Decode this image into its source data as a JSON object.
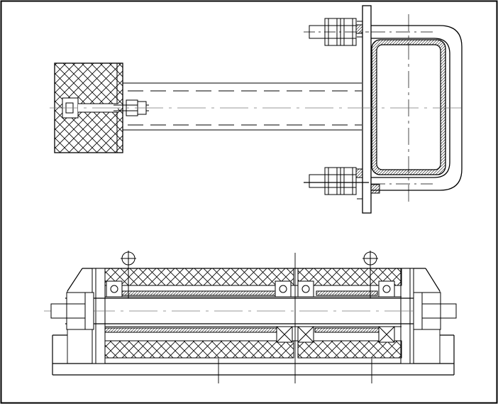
{
  "drawing": {
    "type": "engineering-drawing",
    "views": [
      "top-view",
      "section-view"
    ],
    "colors": {
      "background": "#ffffff",
      "line": "#000000",
      "gray_line": "#7a7a7a",
      "hatch": "#000000"
    }
  }
}
